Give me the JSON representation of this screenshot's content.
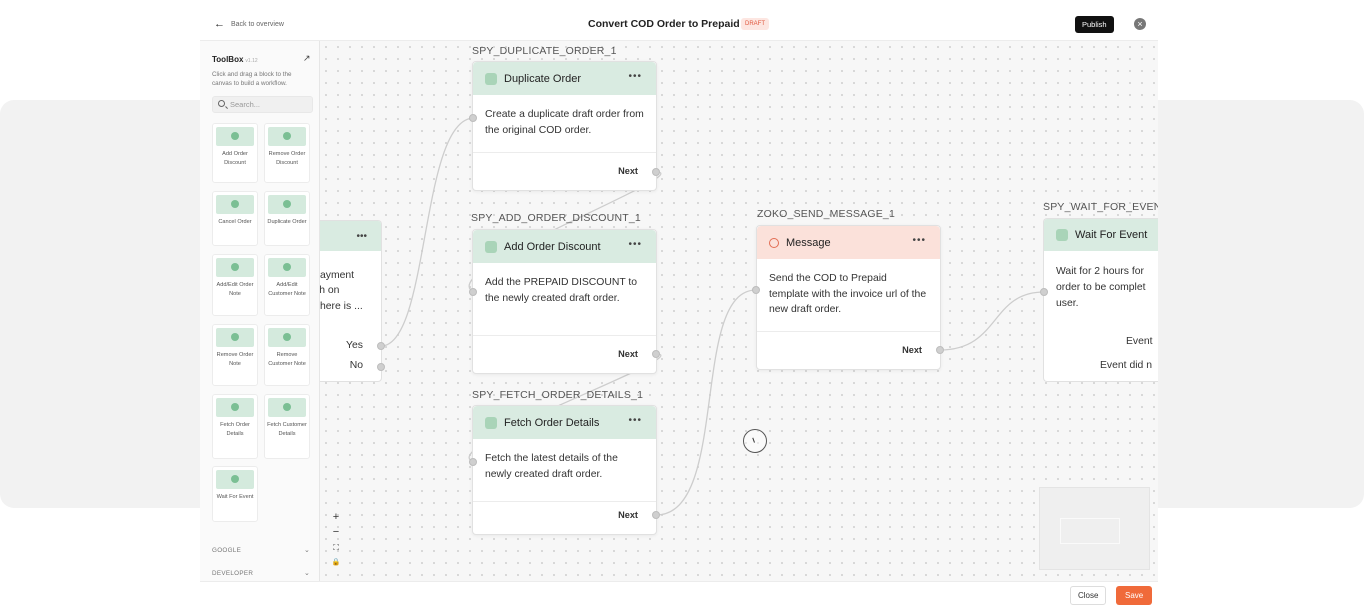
{
  "header": {
    "back_label": "Back to overview",
    "title": "Convert COD Order to Prepaid",
    "status_badge": "DRAFT",
    "publish_label": "Publish"
  },
  "toolbox": {
    "title": "ToolBox",
    "version": "v1.12",
    "description": "Click and drag a block to the canvas to build a workflow.",
    "search_placeholder": "Search...",
    "items": [
      {
        "label": "Add Order Discount"
      },
      {
        "label": "Remove Order Discount"
      },
      {
        "label": "Cancel Order"
      },
      {
        "label": "Duplicate Order"
      },
      {
        "label": "Add/Edit Order Note"
      },
      {
        "label": "Add/Edit Customer Note"
      },
      {
        "label": "Remove Order Note"
      },
      {
        "label": "Remove Customer Note"
      },
      {
        "label": "Fetch Order Details"
      },
      {
        "label": "Fetch Customer Details"
      },
      {
        "label": "Wait For Event"
      }
    ],
    "sections": [
      "GOOGLE",
      "DEVELOPER"
    ]
  },
  "canvas": {
    "partial_left": {
      "lines": [
        "ayment",
        "sh on",
        "here is ..."
      ],
      "yes_label": "Yes",
      "no_label": "No"
    },
    "nodes": [
      {
        "id": "SPY_DUPLICATE_ORDER_1",
        "title": "Duplicate Order",
        "body": "Create a duplicate draft order from the original COD order.",
        "output": "Next"
      },
      {
        "id": "SPY_ADD_ORDER_DISCOUNT_1",
        "title": "Add Order Discount",
        "body": "Add the PREPAID DISCOUNT to the newly created draft order.",
        "output": "Next"
      },
      {
        "id": "SPY_FETCH_ORDER_DETAILS_1",
        "title": "Fetch Order Details",
        "body": "Fetch the latest details of the newly created draft order.",
        "output": "Next"
      },
      {
        "id": "ZOKO_SEND_MESSAGE_1",
        "title": "Message",
        "body": "Send the COD to Prepaid template with the invoice url of the new draft order.",
        "output": "Next"
      }
    ],
    "partial_right": {
      "id": "SPY_WAIT_FOR_EVENT",
      "title": "Wait For Event",
      "lines": [
        "Wait for 2 hours for",
        "order to be complet",
        "user."
      ],
      "output_1": "Event",
      "output_2": "Event did n"
    },
    "zoom_controls": [
      "+",
      "−",
      "⛶",
      "🔒"
    ]
  },
  "footer": {
    "close_label": "Close",
    "save_label": "Save"
  },
  "colors": {
    "accent_save": "#f06a3a",
    "node_header_green": "#d9ebe1",
    "node_header_red": "#fbe1da",
    "publish_bg": "#111111"
  }
}
